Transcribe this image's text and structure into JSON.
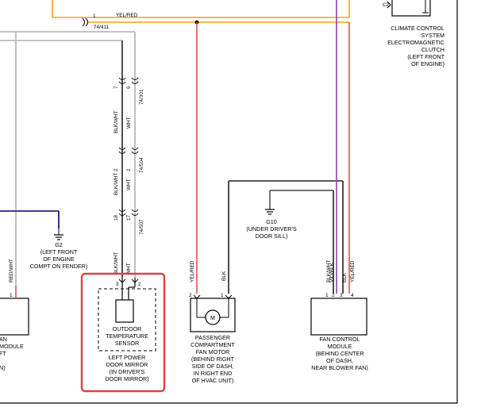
{
  "colors": {
    "orange": "#f0a020",
    "red": "#e05050",
    "purple": "#9040b0",
    "black": "#202020",
    "navy": "#000080",
    "gray": "#b0b0b0",
    "highlight": "#e04040"
  },
  "top_wire": {
    "pin": "1",
    "color_label": "YEL/RED",
    "circuit": "74/411"
  },
  "climate_clutch": {
    "connector": "C2",
    "label_lines": [
      "CLIMATE CONTROL",
      "SYSTEM",
      "ELECTROMAGNETIC",
      "CLUTCH",
      "(LEFT FRONT",
      "OF ENGINE)"
    ]
  },
  "sensor_harness": {
    "conn1": {
      "left_pin": "7",
      "right_pin": "6"
    },
    "conn2": {
      "left_pin": "2",
      "right_pin": "2"
    },
    "conn3": {
      "left_pin": "18",
      "right_pin": "17"
    },
    "left_wire_label": "BLK/WHT",
    "right_wire_label": "WHT",
    "circuit_top": "74/301",
    "circuit_mid": "74/504",
    "circuit_bot": "74/507"
  },
  "ground_g2": {
    "name": "G2",
    "label_lines": [
      "(LEFT FRONT",
      "OF ENGINE",
      "COMPT ON FENDER)"
    ]
  },
  "ground_g10": {
    "name": "G10",
    "label_lines": [
      "(UNDER DRIVER'S",
      "DOOR SILL)"
    ]
  },
  "left_module": {
    "wire_label": "RED/WHT",
    "pin": "1",
    "label_lines": [
      "AN",
      "MODULE",
      "FT",
      "N)"
    ]
  },
  "outdoor_sensor": {
    "pin_left": "3",
    "pin_right": "2",
    "inner_label_lines": [
      "OUTDOOR",
      "TEMPERATURE",
      "SENSOR"
    ],
    "label_lines": [
      "LEFT POWER",
      "DOOR MIRROR",
      "(IN DRIVER'S",
      "DOOR MIRROR)"
    ]
  },
  "fan_motor": {
    "wire_left_label": "YEL/RED",
    "wire_right_label": "BLK",
    "pin_left": "2",
    "pin_right": "1",
    "motor_symbol": "M",
    "label_lines": [
      "PASSENGER",
      "COMPARTMENT",
      "FAN MOTOR",
      "(BEHIND RIGHT",
      "SIDE OF DASH,",
      "IN RIGHT END",
      "OF HVAC UNIT)"
    ]
  },
  "fan_module": {
    "wire_labels": [
      "BLK/WHT",
      "VIO/BLK",
      "BLK",
      "YEL/RED"
    ],
    "pins": [
      "1",
      "2",
      "3",
      "4"
    ],
    "label_lines": [
      "FAN CONTROL",
      "MODULE",
      "(BEHIND CENTER",
      "OF DASH,",
      "NEAR BLOWER FAN)"
    ]
  }
}
